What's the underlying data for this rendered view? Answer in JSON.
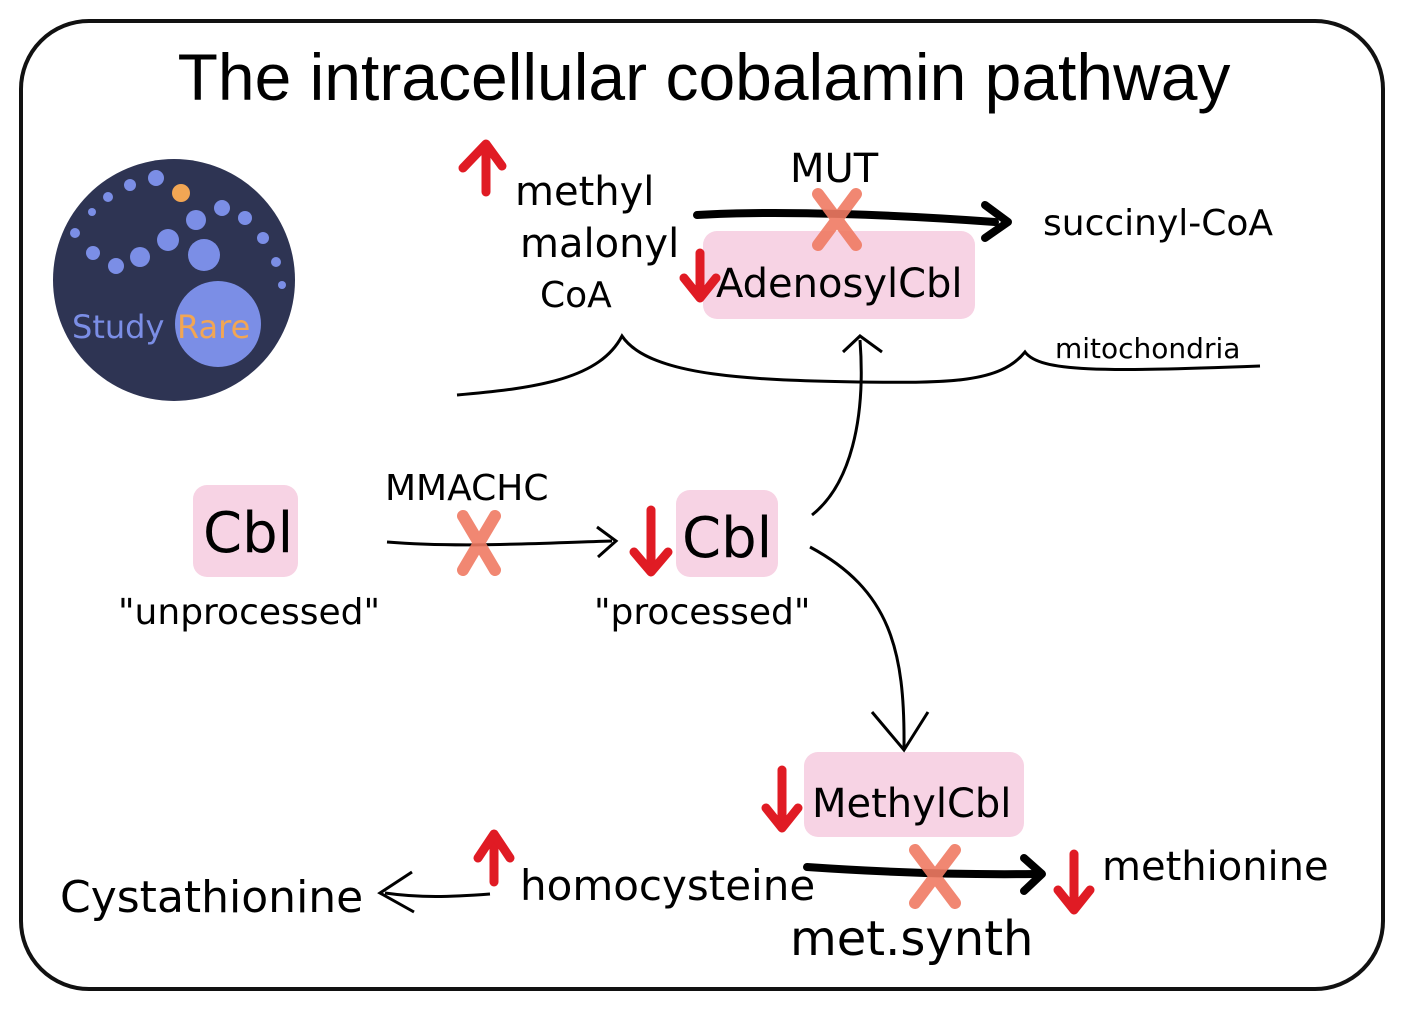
{
  "title": "The intracellular cobalamin pathway",
  "logo": {
    "part1": "Study",
    "part2": "Rare",
    "color_bg": "#2e3453",
    "color_dot": "#7b8ee6",
    "color_accent": "#f2a654"
  },
  "nodes": {
    "methylmalonyl_l1": "methyl",
    "methylmalonyl_l2": "malonyl",
    "methylmalonyl_l3": "CoA",
    "succinyl": "succinyl-CoA",
    "adenosyl": "AdenosylCbl",
    "mitochondria": "mitochondria",
    "cbl_unprocessed": "Cbl",
    "unprocessed_label": "\"unprocessed\"",
    "cbl_processed": "Cbl",
    "processed_label": "\"processed\"",
    "methylcbl": "MethylCbl",
    "homocysteine": "homocysteine",
    "cystathionine": "Cystathionine",
    "methionine": "methionine"
  },
  "enzymes": {
    "mut": "MUT",
    "mmachc": "MMACHC",
    "met_synth": "met.synth"
  },
  "colors": {
    "highlight": "#f7d3e4",
    "up_down_arrow": "#e01b24",
    "block_x": "#f07b63",
    "ink": "#000000"
  }
}
